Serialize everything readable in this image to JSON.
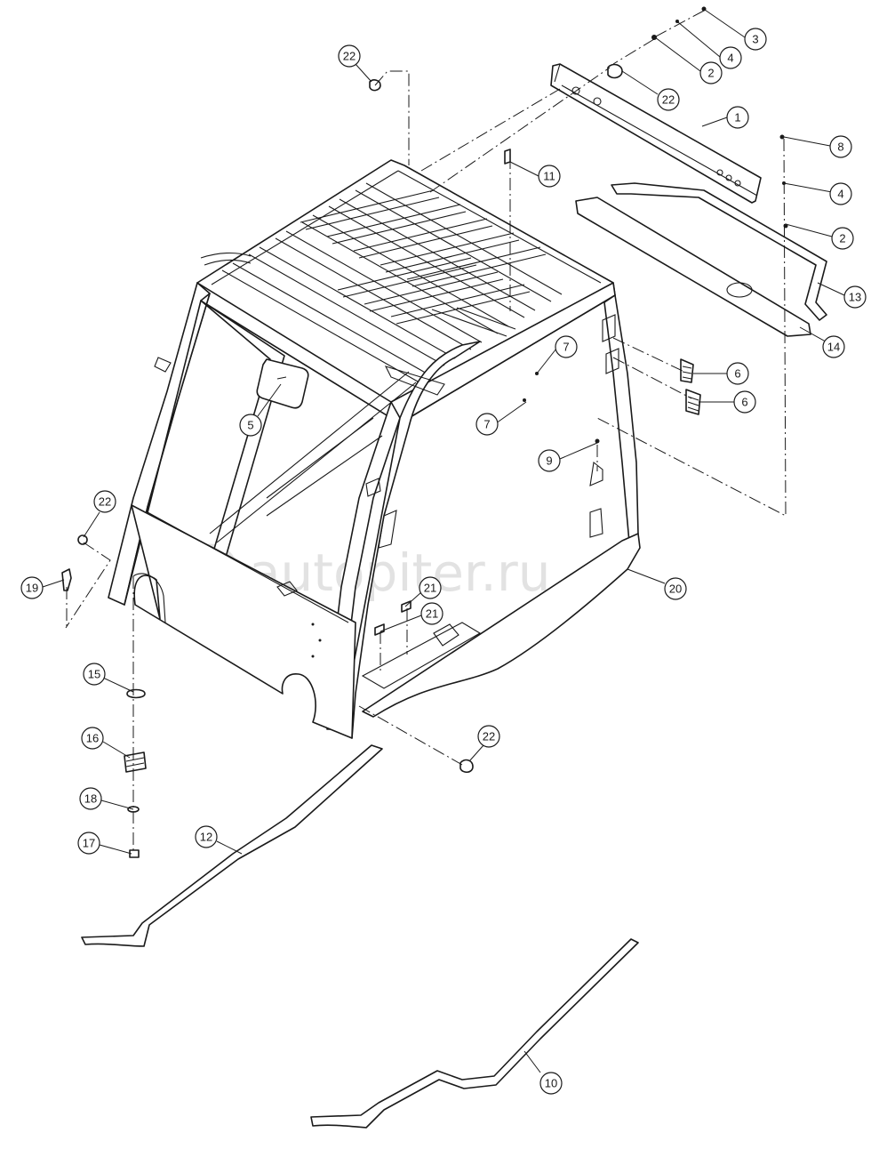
{
  "diagram": {
    "callouts": [
      {
        "id": "c1",
        "label": "1"
      },
      {
        "id": "c2a",
        "label": "2"
      },
      {
        "id": "c2b",
        "label": "2"
      },
      {
        "id": "c3",
        "label": "3"
      },
      {
        "id": "c4a",
        "label": "4"
      },
      {
        "id": "c4b",
        "label": "4"
      },
      {
        "id": "c5",
        "label": "5"
      },
      {
        "id": "c6a",
        "label": "6"
      },
      {
        "id": "c6b",
        "label": "6"
      },
      {
        "id": "c7a",
        "label": "7"
      },
      {
        "id": "c7b",
        "label": "7"
      },
      {
        "id": "c8",
        "label": "8"
      },
      {
        "id": "c9",
        "label": "9"
      },
      {
        "id": "c10",
        "label": "10"
      },
      {
        "id": "c11",
        "label": "11"
      },
      {
        "id": "c12",
        "label": "12"
      },
      {
        "id": "c13",
        "label": "13"
      },
      {
        "id": "c14",
        "label": "14"
      },
      {
        "id": "c15",
        "label": "15"
      },
      {
        "id": "c16",
        "label": "16"
      },
      {
        "id": "c17",
        "label": "17"
      },
      {
        "id": "c18",
        "label": "18"
      },
      {
        "id": "c19",
        "label": "19"
      },
      {
        "id": "c20",
        "label": "20"
      },
      {
        "id": "c21a",
        "label": "21"
      },
      {
        "id": "c21b",
        "label": "21"
      },
      {
        "id": "c22a",
        "label": "22"
      },
      {
        "id": "c22b",
        "label": "22"
      },
      {
        "id": "c22c",
        "label": "22"
      },
      {
        "id": "c22d",
        "label": "22"
      }
    ]
  },
  "watermark": {
    "text": "autopiter.ru"
  }
}
